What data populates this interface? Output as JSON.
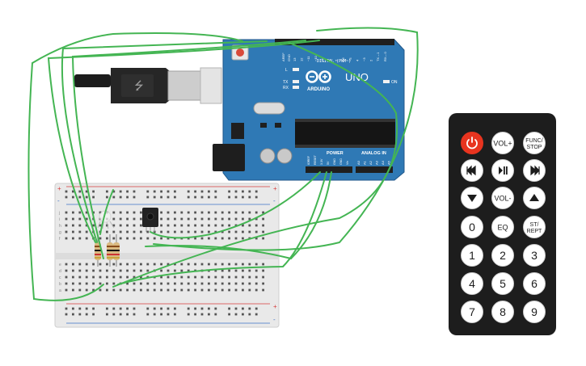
{
  "colors": {
    "board_blue": "#2f79b5",
    "board_dark": "#20578a",
    "wire_green": "#44b553",
    "remote_body": "#1d1d1d",
    "power_red": "#e8341f",
    "breadboard": "#e9e9e9",
    "rail_red": "#d53c3c",
    "rail_blue": "#3b6fc4"
  },
  "arduino": {
    "brand": "ARDUINO",
    "model": "UNO",
    "digital_label": "DIGITAL (PWM~)",
    "power_label": "POWER",
    "analog_label": "ANALOG IN",
    "on_label": "ON",
    "led_l": "L",
    "led_tx": "TX",
    "led_rx": "RX",
    "aref": "AREF",
    "gnd": "GND",
    "digital_pins": [
      "13",
      "12",
      "~11",
      "~10",
      "~9",
      "8",
      "7",
      "~6",
      "~5",
      "4",
      "~3",
      "2",
      "TX→1",
      "RX←0"
    ],
    "power_pins": [
      "IOREF",
      "RESET",
      "3.3V",
      "5V",
      "GND",
      "GND",
      "Vin"
    ],
    "analog_pins": [
      "A0",
      "A1",
      "A2",
      "A3",
      "A4",
      "A5"
    ]
  },
  "breadboard": {
    "plus": "+",
    "minus": "-",
    "rows_top": [
      "j",
      "i",
      "h",
      "g",
      "f"
    ],
    "rows_bottom": [
      "e",
      "d",
      "c",
      "b",
      "a"
    ]
  },
  "remote": {
    "buttons": [
      {
        "label": "",
        "kind": "power"
      },
      {
        "label": "VOL+",
        "kind": "text"
      },
      {
        "label": "FUNC/STOP",
        "kind": "text2",
        "l1": "FUNC/",
        "l2": "STOP"
      },
      {
        "label": "",
        "kind": "prev"
      },
      {
        "label": "",
        "kind": "playpause"
      },
      {
        "label": "",
        "kind": "next"
      },
      {
        "label": "",
        "kind": "down"
      },
      {
        "label": "VOL-",
        "kind": "text"
      },
      {
        "label": "",
        "kind": "up"
      },
      {
        "label": "0",
        "kind": "digit"
      },
      {
        "label": "EQ",
        "kind": "text"
      },
      {
        "label": "ST/REPT",
        "kind": "text2",
        "l1": "ST/",
        "l2": "REPT"
      },
      {
        "label": "1",
        "kind": "digit"
      },
      {
        "label": "2",
        "kind": "digit"
      },
      {
        "label": "3",
        "kind": "digit"
      },
      {
        "label": "4",
        "kind": "digit"
      },
      {
        "label": "5",
        "kind": "digit"
      },
      {
        "label": "6",
        "kind": "digit"
      },
      {
        "label": "7",
        "kind": "digit"
      },
      {
        "label": "8",
        "kind": "digit"
      },
      {
        "label": "9",
        "kind": "digit"
      }
    ]
  }
}
